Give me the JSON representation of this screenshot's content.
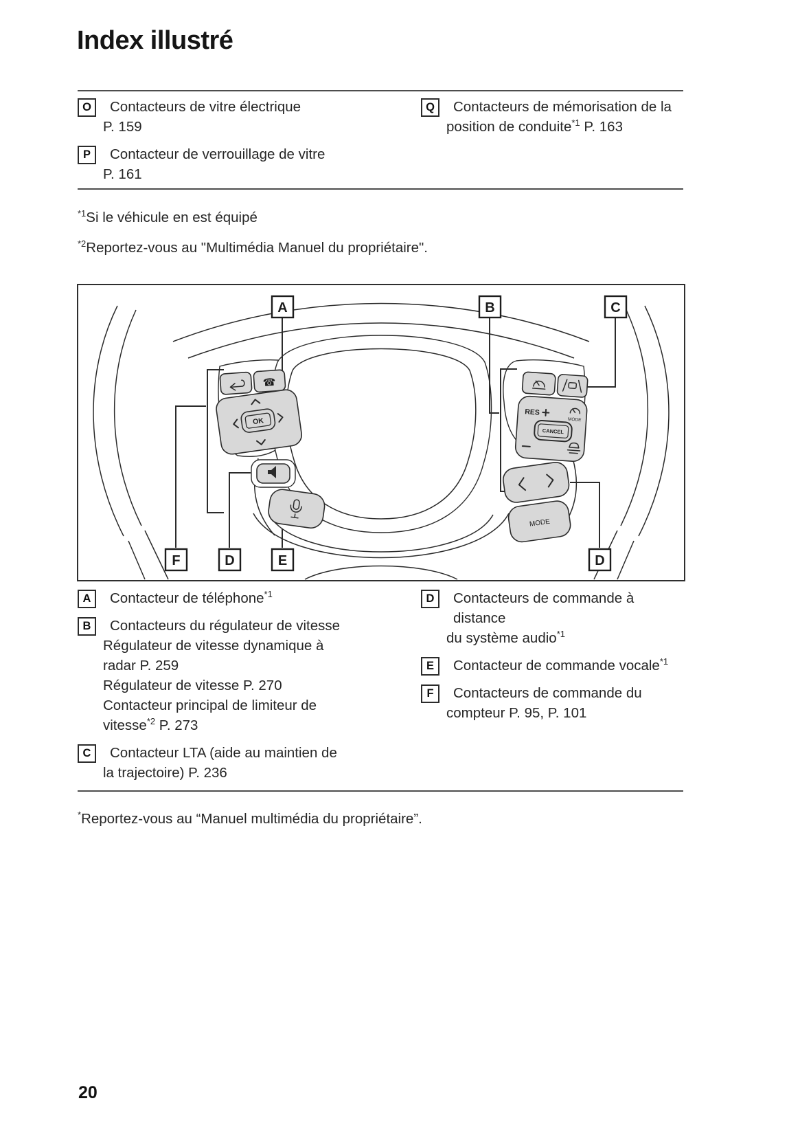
{
  "page": {
    "title": "Index illustré",
    "page_number": "20"
  },
  "top_section": {
    "left_items": [
      {
        "key": "O",
        "lines": [
          "Contacteurs de vitre électrique",
          "P. 159"
        ]
      },
      {
        "key": "P",
        "lines": [
          "Contacteur de verrouillage de vitre",
          "P. 161"
        ]
      }
    ],
    "right_items": [
      {
        "key": "Q",
        "lines": [
          "Contacteurs de mémorisation de la",
          "position de conduite^{*1} P. 163"
        ]
      }
    ]
  },
  "notes_top": [
    "^{*1}Si le véhicule en est équipé",
    "^{*2}Reportez-vous au \"Multimédia Manuel du propriétaire\"."
  ],
  "diagram": {
    "callouts": {
      "a": "A",
      "b": "B",
      "c": "C",
      "f": "F",
      "d_left": "D",
      "e": "E",
      "d_right": "D"
    },
    "button_labels": {
      "ok": "OK",
      "res": "RES",
      "cancel": "CANCEL",
      "mode_small": "MODE",
      "mode": "MODE"
    },
    "icons": [
      "back-icon",
      "phone-icon",
      "up-arrow-icon",
      "down-arrow-icon",
      "left-arrow-icon",
      "right-arrow-icon",
      "speaker-icon",
      "voice-icon",
      "cruise-control-icon",
      "lane-assist-icon",
      "cruise-mode-icon",
      "plus-icon",
      "minus-icon",
      "following-distance-icon",
      "prev-track-icon",
      "next-track-icon"
    ]
  },
  "bottom_section": {
    "left_items": [
      {
        "key": "A",
        "lines": [
          "Contacteur de téléphone^{*1}"
        ]
      },
      {
        "key": "B",
        "lines": [
          "Contacteurs du régulateur de vitesse",
          "Régulateur de vitesse dynamique à",
          "radar P. 259",
          "Régulateur de vitesse P. 270",
          "Contacteur principal de limiteur de",
          "vitesse^{*2} P. 273"
        ]
      },
      {
        "key": "C",
        "lines": [
          "Contacteur LTA (aide au maintien de",
          "la trajectoire) P. 236"
        ]
      }
    ],
    "right_items": [
      {
        "key": "D",
        "lines": [
          "Contacteurs de commande à distance",
          "du système audio^{*1}"
        ]
      },
      {
        "key": "E",
        "lines": [
          "Contacteur de commande vocale^{*1}"
        ]
      },
      {
        "key": "F",
        "lines": [
          "Contacteurs de commande du",
          "compteur P. 95, P. 101"
        ]
      }
    ]
  },
  "note_bottom": "^{*}Reportez-vous au “Manuel multimédia du propriétaire”."
}
